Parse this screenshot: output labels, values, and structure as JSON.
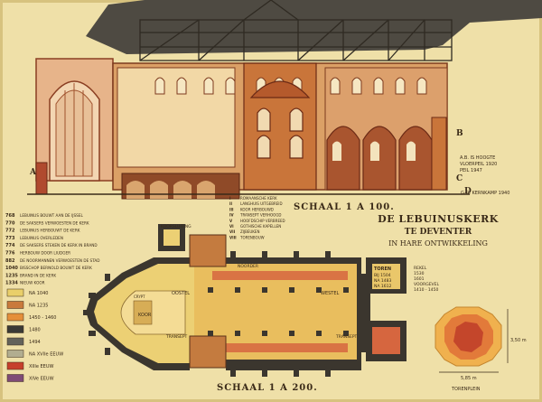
{
  "title": {
    "line1": "DE LEBUINUSKERK",
    "line2": "TE DEVENTER",
    "line3": "IN HARE ONTWIKKELING"
  },
  "scale_top": "SCHAAL 1 A 100.",
  "scale_bottom": "SCHAAL 1 A 200.",
  "signature": "G.D. KERNKAMP 1940",
  "section_annotation": {
    "line1": "A.B. IS HOOGTE",
    "line2": "VLOERPEIL 1920",
    "line3": "PEIL 1947"
  },
  "section_marks": [
    "A",
    "B",
    "C",
    "D"
  ],
  "plan_labels": {
    "koorsluiting": "KOORSLUITING",
    "noorder": "NOORDER",
    "oostel": "OOSTEL",
    "westel": "WESTEL",
    "koor": "KOOR",
    "crypt": "CRYPT",
    "transept_n": "TRANSEPT",
    "transept_s": "TRANSEPT",
    "toren_label": "TOREN",
    "toren_years": [
      "BIJ 1504",
      "NA 1483",
      "NA 1612"
    ],
    "tower_side_label": "REKEL",
    "tower_side_years": [
      "1530",
      "1601",
      "VOORGEVEL"
    ],
    "tower_side_range": "1410 - 1450",
    "torenplein": "TORENPLEIN",
    "dim_width": "5,85 m",
    "dim_height": "3,50 m"
  },
  "chronology": [
    {
      "year": "768",
      "text": "LEBUINUS BOUWT AAN DE IJSSEL"
    },
    {
      "year": "770",
      "text": "DE SAKSERS VERWOESTEN DE KERK"
    },
    {
      "year": "772",
      "text": "LEBUINUS HERBOUWT DE KERK"
    },
    {
      "year": "773",
      "text": "LEBUINUS OVERLEDEN"
    },
    {
      "year": "774",
      "text": "DE SAKSERS STEKEN DE KERK IN BRAND"
    },
    {
      "year": "776",
      "text": "HERBOUW DOOR LIUDGER"
    },
    {
      "year": "882",
      "text": "DE NOORMANNEN VERWOESTEN DE STAD"
    },
    {
      "year": "1040",
      "text": "BISSCHOP BERNOLD BOUWT DE KERK"
    },
    {
      "year": "1235",
      "text": "BRAND IN DE KERK"
    },
    {
      "year": "1334",
      "text": "NIEUW KOOR"
    }
  ],
  "section_legend": [
    {
      "letter": "I",
      "text": "ROMAANSCHE KERK"
    },
    {
      "letter": "II",
      "text": "LANGHUIS UITGEBREID"
    },
    {
      "letter": "III",
      "text": "KOOR HERBOUWD"
    },
    {
      "letter": "IV",
      "text": "TRANSEPT VERHOOGD"
    },
    {
      "letter": "V",
      "text": "HOOFDSCHIP VERBREED"
    },
    {
      "letter": "VI",
      "text": "GOTHISCHE KAPELLEN"
    },
    {
      "letter": "VII",
      "text": "ZIJBEUKEN"
    },
    {
      "letter": "VIII",
      "text": "TORENBOUW"
    }
  ],
  "legend": [
    {
      "label": "NA 1040",
      "color": "#e9cf6a"
    },
    {
      "label": "NA 1235",
      "color": "#c97a3c"
    },
    {
      "label": "1450 - 1460",
      "color": "#e58f3a"
    },
    {
      "label": "1480",
      "color": "#3a3a36"
    },
    {
      "label": "1494",
      "color": "#63625a"
    },
    {
      "label": "NA XVIIe EEUW",
      "color": "#b1ad90"
    },
    {
      "label": "XIIIe EEUW",
      "color": "#c63f2c"
    },
    {
      "label": "XIVe EEUW",
      "color": "#7e4b76"
    }
  ],
  "colors": {
    "paper": "#efe0a8",
    "wash": "#e9cf6a",
    "brick": "#c97a3c",
    "dark_brick": "#8a3e22",
    "ink": "#3a2a18",
    "stone": "#5a5248",
    "red": "#c63f2c"
  }
}
